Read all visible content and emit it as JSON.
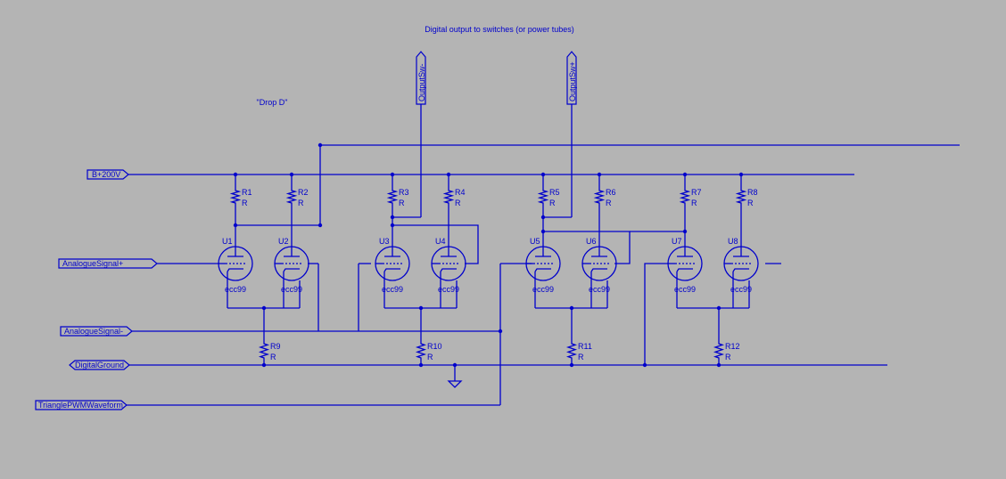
{
  "canvas": {
    "background": "#b4b4b4",
    "ink": "#0000cc"
  },
  "notes": {
    "title": "Digital output to switches (or power tubes)",
    "drop_d": "\"Drop D\""
  },
  "ports": {
    "bplus": "B+200V",
    "analogue_plus": "AnalogueSignal+",
    "analogue_minus": "AnalogueSignal-",
    "digital_ground": "DigitalGround",
    "triangle": "TrianglePWMWaveform",
    "out_minus": "OutputSw-",
    "out_plus": "OutputSw+"
  },
  "components": {
    "resistor_value": "R",
    "tube_value": "ecc99",
    "plate_resistors": [
      "R1",
      "R2",
      "R3",
      "R4",
      "R5",
      "R6",
      "R7",
      "R8"
    ],
    "tubes": [
      "U1",
      "U2",
      "U3",
      "U4",
      "U5",
      "U6",
      "U7",
      "U8"
    ],
    "cathode_resistors": [
      "R9",
      "R10",
      "R11",
      "R12"
    ]
  }
}
